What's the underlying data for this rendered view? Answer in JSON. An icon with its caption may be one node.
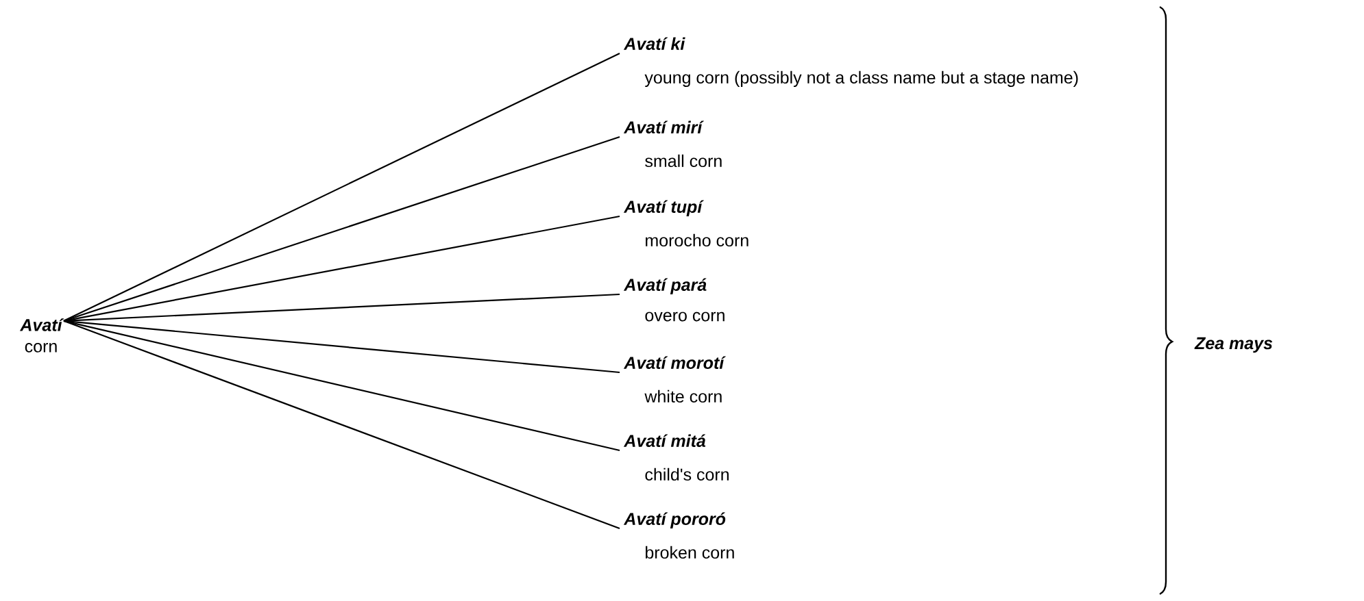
{
  "diagram": {
    "nodes": [
      {
        "text": [
          "Avatí",
          "corn"
        ]
      },
      {
        "text": [
          "Avatí ki",
          "young corn (possibly not a class name but a stage name)"
        ]
      },
      {
        "text": [
          "Avatí mirí",
          "small corn"
        ]
      },
      {
        "text": [
          "Avatí tupí",
          "morocho corn"
        ]
      },
      {
        "text": [
          "Avatí pará",
          "overo corn"
        ]
      },
      {
        "text": [
          "Avatí morotí",
          "white corn"
        ]
      },
      {
        "text": [
          "Avatí mitá",
          "child's corn"
        ]
      },
      {
        "text": [
          "Avatí pororó",
          "broken corn"
        ]
      }
    ],
    "edges": [
      {
        "from": 0,
        "to": 1,
        "arrow": "none"
      },
      {
        "from": 0,
        "to": 2,
        "arrow": "none"
      },
      {
        "from": 0,
        "to": 3,
        "arrow": "none"
      },
      {
        "from": 0,
        "to": 4,
        "arrow": "none"
      },
      {
        "from": 0,
        "to": 5,
        "arrow": "none"
      },
      {
        "from": 0,
        "to": 6,
        "arrow": "none"
      },
      {
        "from": 0,
        "to": 7,
        "arrow": "none"
      }
    ],
    "labels": [
      "Zea mays"
    ]
  }
}
